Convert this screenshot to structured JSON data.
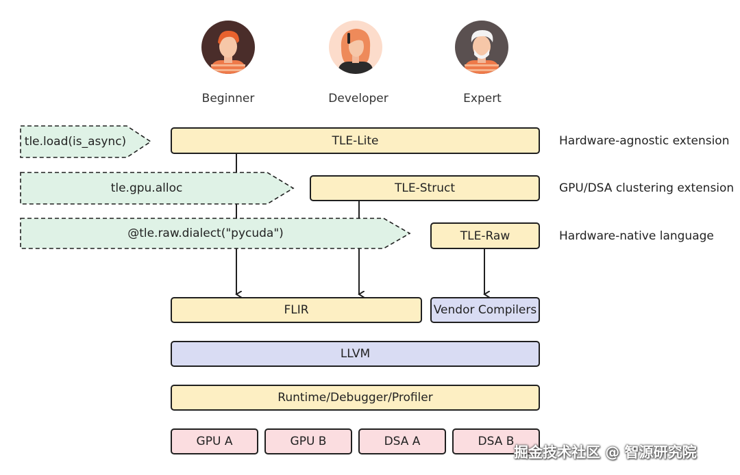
{
  "personas": [
    {
      "label": "Beginner",
      "icon": "beginner-avatar-icon"
    },
    {
      "label": "Developer",
      "icon": "developer-avatar-icon"
    },
    {
      "label": "Expert",
      "icon": "expert-avatar-icon"
    }
  ],
  "api_tags": [
    "tle.load(is_async)",
    "tle.gpu.alloc",
    "@tle.raw.dialect(\"pycuda\")"
  ],
  "layers": {
    "tle_lite": "TLE-Lite",
    "tle_struct": "TLE-Struct",
    "tle_raw": "TLE-Raw",
    "flir": "FLIR",
    "vendor_compilers": "Vendor Compilers",
    "llvm": "LLVM",
    "runtime": "Runtime/Debugger/Profiler"
  },
  "hardware": [
    "GPU A",
    "GPU B",
    "DSA A",
    "DSA B"
  ],
  "side_labels": [
    "Hardware-agnostic extension",
    "GPU/DSA clustering extension",
    "Hardware-native language"
  ],
  "watermark": "掘金技术社区 @ 智源研究院",
  "colors": {
    "yellow_box": "#fdefc3",
    "blue_box": "#d9dcf3",
    "pink_box": "#fbdde0",
    "green_tag": "#dff2e6",
    "avatar_bg_light": "#fcdccb",
    "avatar_bg_dark": "#5a5050",
    "shirt_orange": "#ee7a4a"
  }
}
